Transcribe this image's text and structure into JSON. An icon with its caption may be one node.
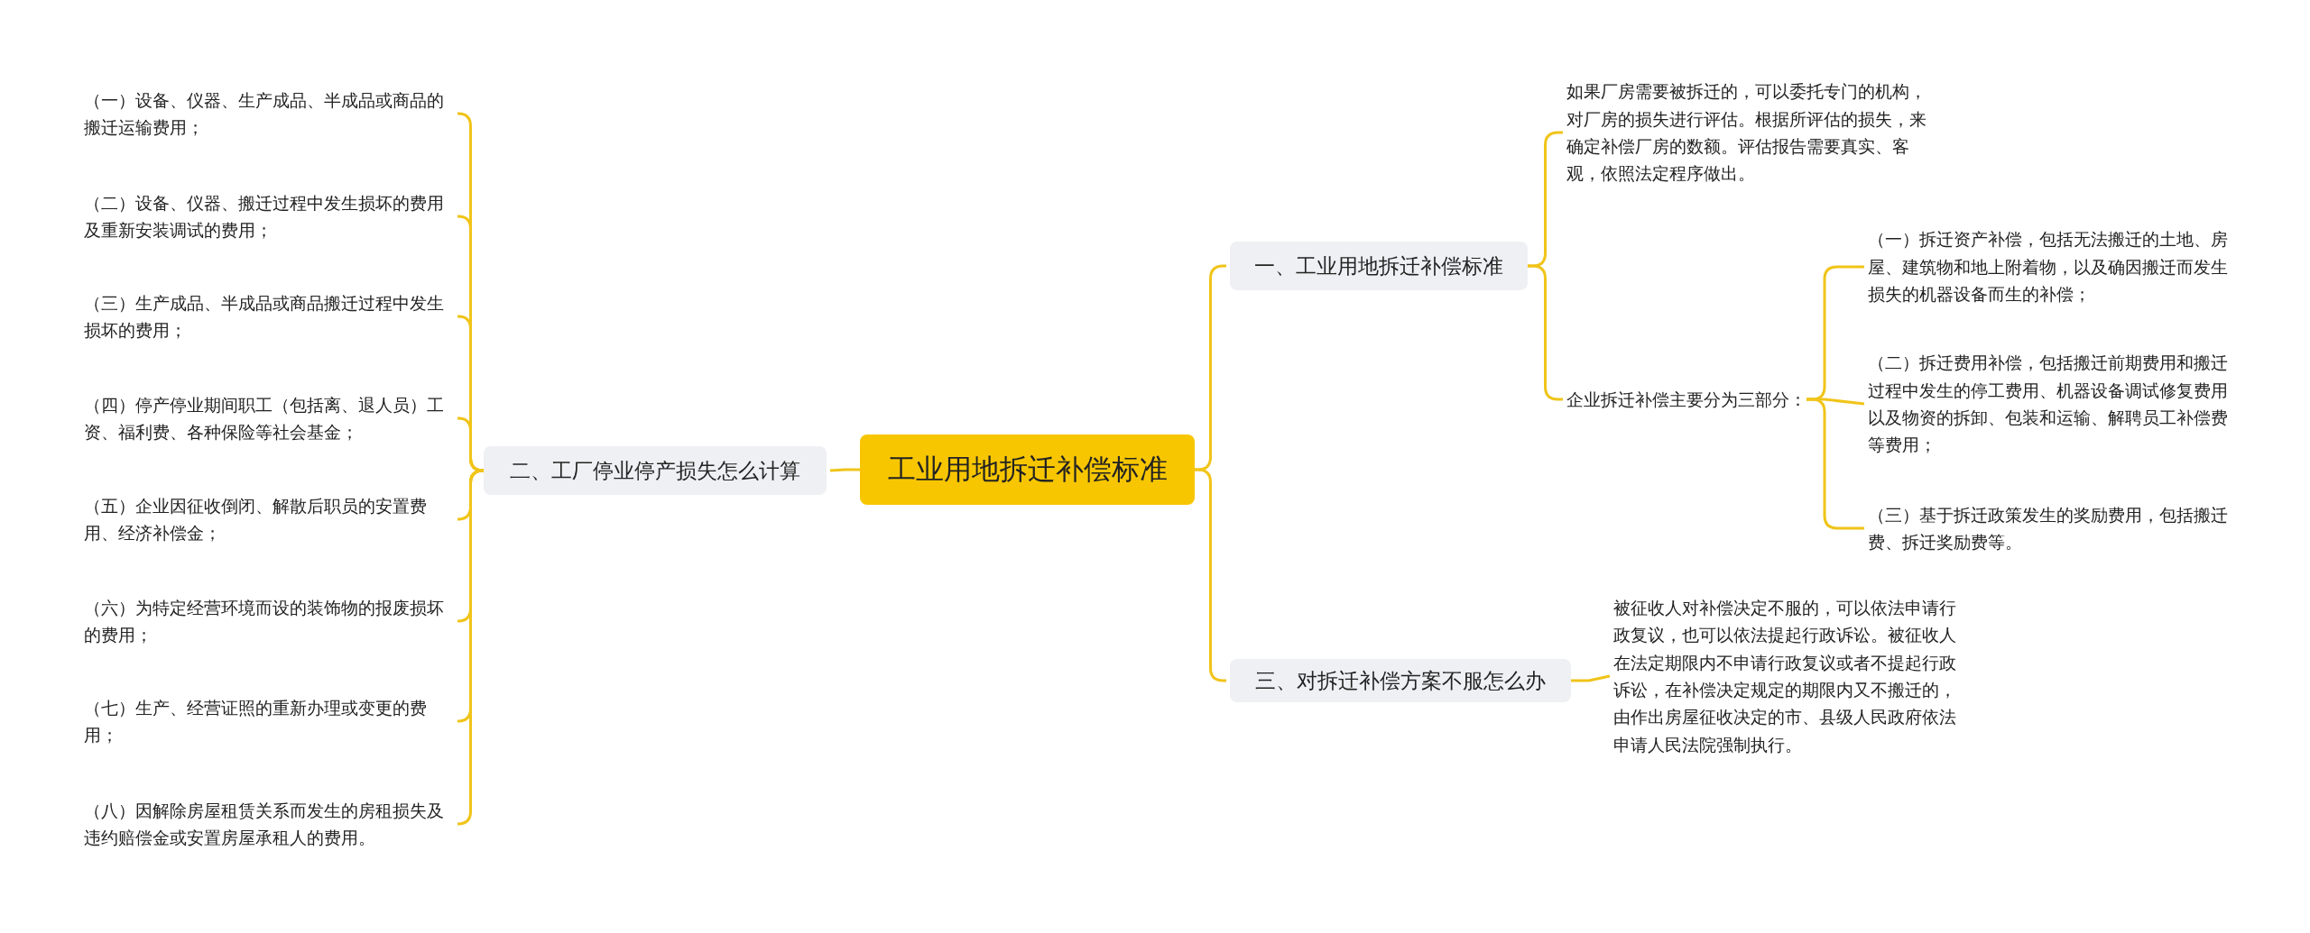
{
  "diagram": {
    "nodes": [
      {
        "text": [
          "工业用地拆迁补偿标准"
        ]
      },
      {
        "text": [
          "一、工业用地拆迁补偿标准"
        ]
      },
      {
        "text": [
          "如果厂房需要被拆迁的，可以委托专门的机构，对厂房的损失进行评估。根据所评估的损失，来确定补偿厂房的数额。评估报告需要真实、客观，依照法定程序做出。"
        ]
      },
      {
        "text": [
          "企业拆迁补偿主要分为三部分："
        ]
      },
      {
        "text": [
          "（一）拆迁资产补偿，包括无法搬迁的土地、房屋、建筑物和地上附着物，以及确因搬迁而发生损失的机器设备而生的补偿；"
        ]
      },
      {
        "text": [
          "（二）拆迁费用补偿，包括搬迁前期费用和搬迁过程中发生的停工费用、机器设备调试修复费用以及物资的拆卸、包装和运输、解聘员工补偿费等费用；"
        ]
      },
      {
        "text": [
          "（三）基于拆迁政策发生的奖励费用，包括搬迁费、拆迁奖励费等。"
        ]
      },
      {
        "text": [
          "二、工厂停业停产损失怎么计算"
        ]
      },
      {
        "text": [
          "（一）设备、仪器、生产成品、半成品或商品的搬迁运输费用；"
        ]
      },
      {
        "text": [
          "（二）设备、仪器、搬迁过程中发生损坏的费用及重新安装调试的费用；"
        ]
      },
      {
        "text": [
          "（三）生产成品、半成品或商品搬迁过程中发生损坏的费用；"
        ]
      },
      {
        "text": [
          "（四）停产停业期间职工（包括离、退人员）工资、福利费、各种保险等社会基金；"
        ]
      },
      {
        "text": [
          "（五）企业因征收倒闭、解散后职员的安置费用、经济补偿金；"
        ]
      },
      {
        "text": [
          "（六）为特定经营环境而设的装饰物的报废损坏的费用；"
        ]
      },
      {
        "text": [
          "（七）生产、经营证照的重新办理或变更的费用；"
        ]
      },
      {
        "text": [
          "（八）因解除房屋租赁关系而发生的房租损失及违约赔偿金或安置房屋承租人的费用。"
        ]
      },
      {
        "text": [
          "三、对拆迁补偿方案不服怎么办"
        ]
      },
      {
        "text": [
          "被征收人对补偿决定不服的，可以依法申请行政复议，也可以依法提起行政诉讼。被征收人在法定期限内不申请行政复议或者不提起行政诉讼，在补偿决定规定的期限内又不搬迁的，由作出房屋征收决定的市、县级人民政府依法申请人民法院强制执行。"
        ]
      }
    ],
    "edges": [
      {
        "from": 0,
        "to": 1,
        "arrow": "none"
      },
      {
        "from": 1,
        "to": 2,
        "arrow": "none"
      },
      {
        "from": 1,
        "to": 3,
        "arrow": "none"
      },
      {
        "from": 3,
        "to": 4,
        "arrow": "none"
      },
      {
        "from": 3,
        "to": 5,
        "arrow": "none"
      },
      {
        "from": 3,
        "to": 6,
        "arrow": "none"
      },
      {
        "from": 0,
        "to": 7,
        "arrow": "none"
      },
      {
        "from": 7,
        "to": 8,
        "arrow": "none"
      },
      {
        "from": 7,
        "to": 9,
        "arrow": "none"
      },
      {
        "from": 7,
        "to": 10,
        "arrow": "none"
      },
      {
        "from": 7,
        "to": 11,
        "arrow": "none"
      },
      {
        "from": 7,
        "to": 12,
        "arrow": "none"
      },
      {
        "from": 7,
        "to": 13,
        "arrow": "none"
      },
      {
        "from": 7,
        "to": 14,
        "arrow": "none"
      },
      {
        "from": 7,
        "to": 15,
        "arrow": "none"
      },
      {
        "from": 0,
        "to": 16,
        "arrow": "none"
      },
      {
        "from": 16,
        "to": 17,
        "arrow": "none"
      }
    ]
  }
}
